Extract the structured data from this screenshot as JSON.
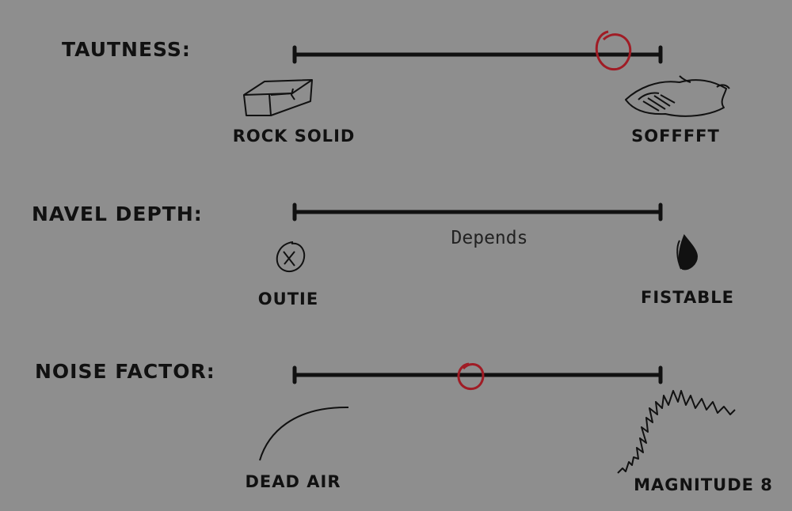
{
  "scales": [
    {
      "label": "TAUTNESS:",
      "low_label": "ROCK SOLID",
      "high_label": "SOFFFFT",
      "marker": 0.85,
      "low_icon": "brick-icon",
      "high_icon": "pillow-icon"
    },
    {
      "label": "NAVEL DEPTH:",
      "low_label": "OUTIE",
      "high_label": "FISTABLE",
      "note": "Depends",
      "low_icon": "outie-navel-icon",
      "high_icon": "deep-navel-icon"
    },
    {
      "label": "NOISE FACTOR:",
      "low_label": "DEAD AIR",
      "high_label": "MAGNITUDE 8",
      "marker": 0.48,
      "low_icon": "flat-curve-icon",
      "high_icon": "seismograph-icon"
    }
  ],
  "colors": {
    "background": "#8e8e8e",
    "ink": "#111111",
    "marker": "#a01c25"
  }
}
